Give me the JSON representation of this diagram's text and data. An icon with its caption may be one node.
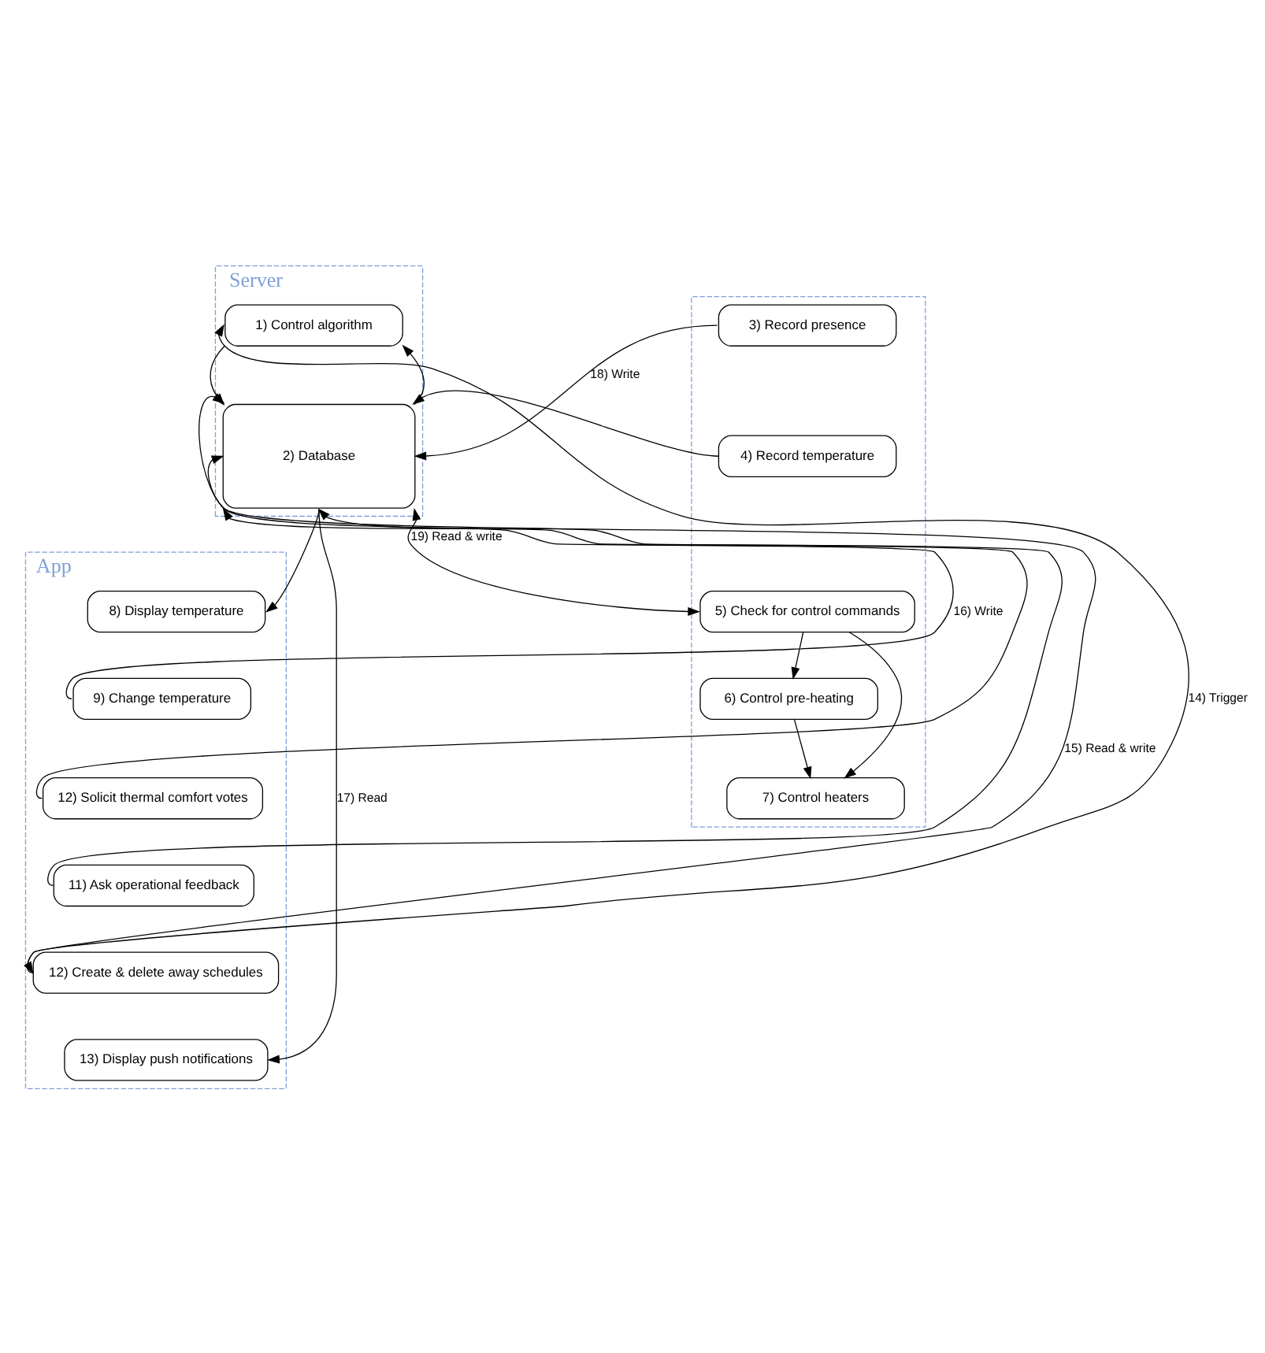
{
  "diagram": {
    "nodes": [
      {
        "text": [
          "Server"
        ]
      },
      {
        "text": [
          "1) Control algorithm"
        ],
        "in": 0
      },
      {
        "text": [
          "2) Database"
        ],
        "in": 0
      },
      {
        "text": [
          "App"
        ]
      },
      {
        "text": [
          "8) Display temperature"
        ],
        "in": 3
      },
      {
        "text": [
          "9) Change temperature"
        ],
        "in": 3
      },
      {
        "text": [
          "12) Solicit thermal comfort votes"
        ],
        "in": 3
      },
      {
        "text": [
          "11) Ask operational feedback"
        ],
        "in": 3
      },
      {
        "text": [
          "12) Create & delete away schedules"
        ],
        "in": 3
      },
      {
        "text": [
          "13) Display push notifications"
        ],
        "in": 3
      },
      {
        "text": [],
        "shape": "box"
      },
      {
        "text": [
          "3) Record presence"
        ],
        "in": 10
      },
      {
        "text": [
          "4) Record temperature"
        ],
        "in": 10
      },
      {
        "text": [
          "5) Check for control commands"
        ],
        "in": 10
      },
      {
        "text": [
          "6) Control pre-heating"
        ],
        "in": 10
      },
      {
        "text": [
          "7) Control heaters"
        ],
        "in": 10
      }
    ],
    "edges": [
      {
        "from": 1,
        "to": 2,
        "arrow": "to"
      },
      {
        "from": 2,
        "to": 1,
        "arrow": "to"
      },
      {
        "from": 8,
        "to": 1,
        "arrow": "to",
        "label": "14) Trigger"
      },
      {
        "from": 8,
        "to": 2,
        "arrow": "both",
        "label": "15) Read & write"
      },
      {
        "from": 7,
        "to": 2,
        "arrow": "to"
      },
      {
        "from": 5,
        "to": 2,
        "arrow": "to",
        "label": "16) Write"
      },
      {
        "from": 6,
        "to": 2,
        "arrow": "to"
      },
      {
        "from": 2,
        "to": 4,
        "arrow": "to"
      },
      {
        "from": 2,
        "to": 9,
        "arrow": "to",
        "label": "17) Read"
      },
      {
        "from": 11,
        "to": 2,
        "arrow": "to",
        "label": "18) Write"
      },
      {
        "from": 12,
        "to": 2,
        "arrow": "to"
      },
      {
        "from": 2,
        "to": 13,
        "arrow": "both",
        "label": "19) Read & write"
      },
      {
        "from": 13,
        "to": 14,
        "arrow": "to"
      },
      {
        "from": 13,
        "to": 15,
        "arrow": "to"
      },
      {
        "from": 14,
        "to": 15,
        "arrow": "to"
      }
    ]
  }
}
